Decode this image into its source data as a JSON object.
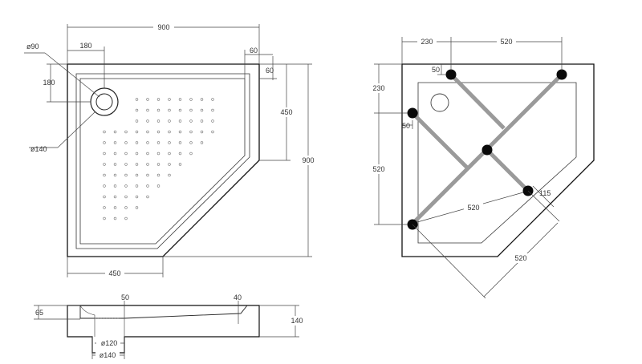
{
  "colors": {
    "line": "#111111",
    "frame_bar": "#9a9a9a",
    "leg": "#0a0a0a",
    "text": "#333333"
  },
  "top_view": {
    "width": "900",
    "drain_offset_x": "180",
    "corner_cut_x": "60",
    "corner_cut_y": "60",
    "drain_offset_y": "180",
    "side_depth": "450",
    "depth": "900",
    "front_width": "450",
    "drain_hole": "ø90",
    "drain_outer": "ø140"
  },
  "frame_view": {
    "top_left": "230",
    "top_right": "520",
    "leg_offset_top": "50",
    "left_top": "230",
    "leg_offset_left": "50",
    "left_span": "520",
    "diagonal_span": "520",
    "diag_offset": "115",
    "front_span": "520"
  },
  "side_view": {
    "rim_height": "65",
    "inner_offset_left": "50",
    "inner_offset_right": "40",
    "total_height": "140",
    "drain_inner": "ø120",
    "drain_outer": "ø140"
  }
}
